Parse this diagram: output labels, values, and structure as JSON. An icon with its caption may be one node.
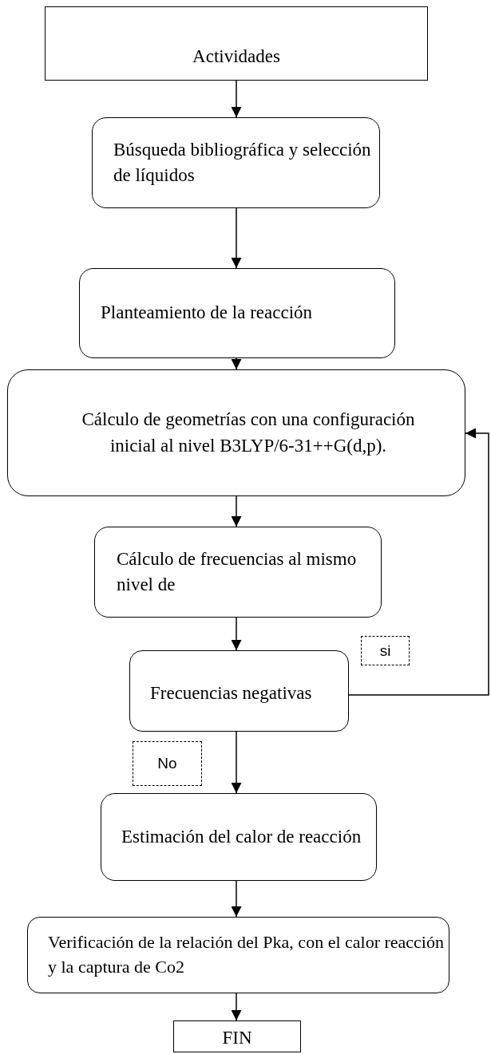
{
  "diagram": {
    "nodes": [
      {
        "text": [
          "Actividades"
        ]
      },
      {
        "text": [
          "Búsqueda bibliográfica y selección de líquidos"
        ]
      },
      {
        "text": [
          "Planteamiento de la reacción"
        ]
      },
      {
        "text": [
          "Cálculo de geometrías con una configuración inicial al nivel B3LYP/6-31++G(d,p)."
        ]
      },
      {
        "text": [
          "Cálculo de frecuencias al mismo nivel de"
        ]
      },
      {
        "text": [
          "Frecuencias negativas"
        ]
      },
      {
        "text": [
          "Estimación del calor de reacción"
        ]
      },
      {
        "text": [
          "Verificación de la relación del Pka, con el calor reacción y la captura de Co2"
        ]
      },
      {
        "text": [
          "FIN"
        ]
      }
    ],
    "edges": [
      {
        "from": 0,
        "to": 1,
        "arrow": "to"
      },
      {
        "from": 1,
        "to": 2,
        "arrow": "to"
      },
      {
        "from": 2,
        "to": 3,
        "arrow": "to"
      },
      {
        "from": 3,
        "to": 4,
        "arrow": "to"
      },
      {
        "from": 4,
        "to": 5,
        "arrow": "to"
      },
      {
        "from": 5,
        "to": 3,
        "arrow": "to",
        "label": "si"
      },
      {
        "from": 5,
        "to": 6,
        "arrow": "to",
        "label": "No"
      },
      {
        "from": 6,
        "to": 7,
        "arrow": "to"
      },
      {
        "from": 7,
        "to": 8,
        "arrow": "to"
      }
    ]
  }
}
